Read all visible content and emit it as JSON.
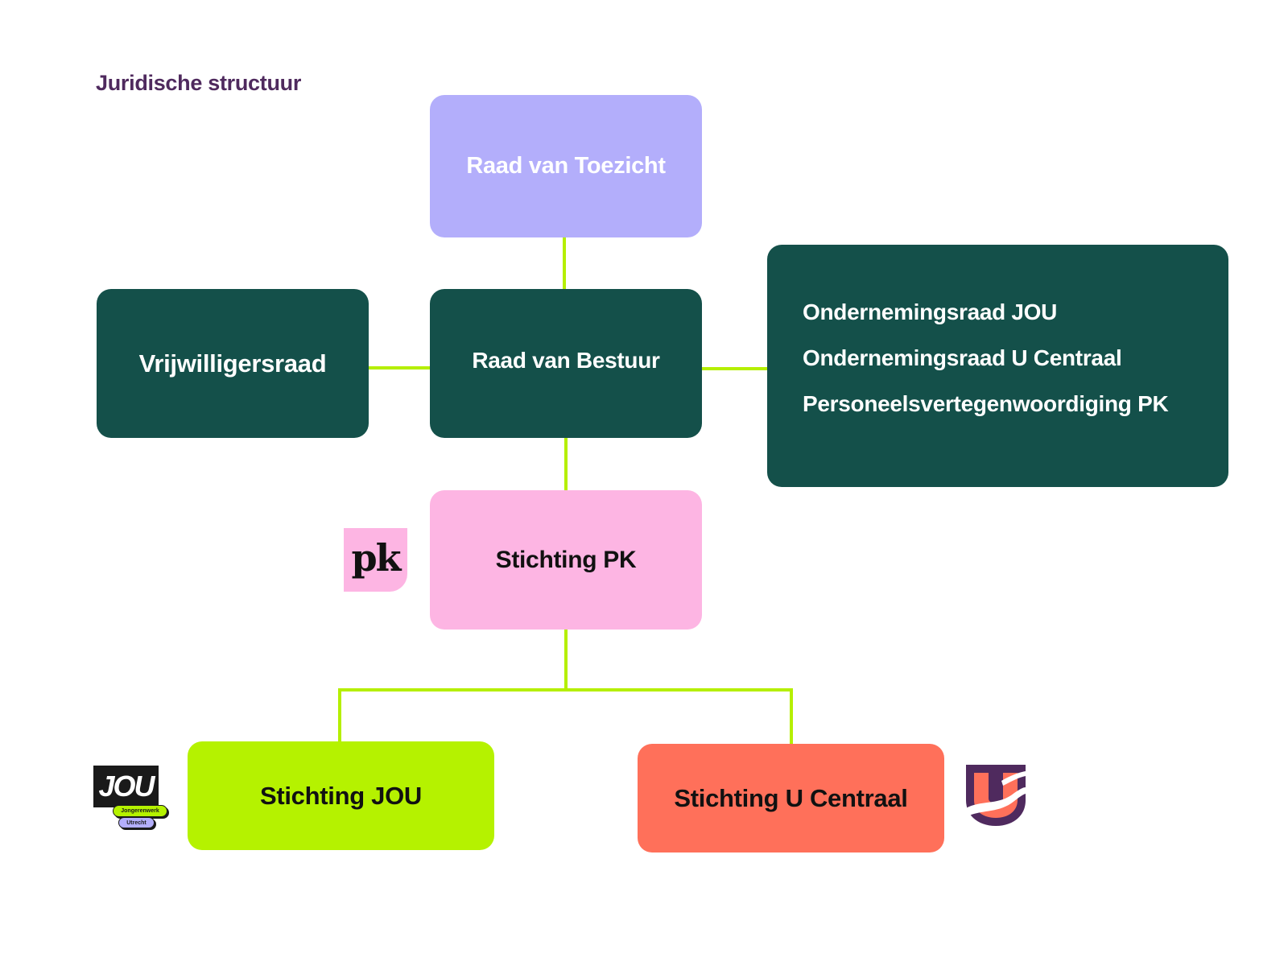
{
  "title": "Juridische structuur",
  "colors": {
    "title": "#4f2a5e",
    "dark_green": "#14504a",
    "lavender": "#b3aefb",
    "pink": "#fdb5e3",
    "lime": "#b5f200",
    "coral": "#ff705a",
    "connector": "#b5ef00"
  },
  "nodes": {
    "raad_van_toezicht": "Raad van Toezicht",
    "raad_van_bestuur": "Raad van Bestuur",
    "vrijwilligersraad": "Vrijwilligersraad",
    "medezeggenschap": [
      "Ondernemingsraad JOU",
      "Ondernemingsraad U Centraal",
      "Personeelsvertegenwoordiging PK"
    ],
    "stichting_pk": "Stichting PK",
    "stichting_jou": "Stichting JOU",
    "stichting_u_centraal": "Stichting U Centraal"
  },
  "logos": {
    "pk": {
      "text": "pk",
      "icon": "pk-logo-icon"
    },
    "jou": {
      "text": "JOU",
      "tag1": "Jongerenwerk",
      "tag2": "Utrecht",
      "icon": "jou-logo-icon"
    },
    "u_centraal": {
      "icon": "u-centraal-logo-icon"
    }
  }
}
